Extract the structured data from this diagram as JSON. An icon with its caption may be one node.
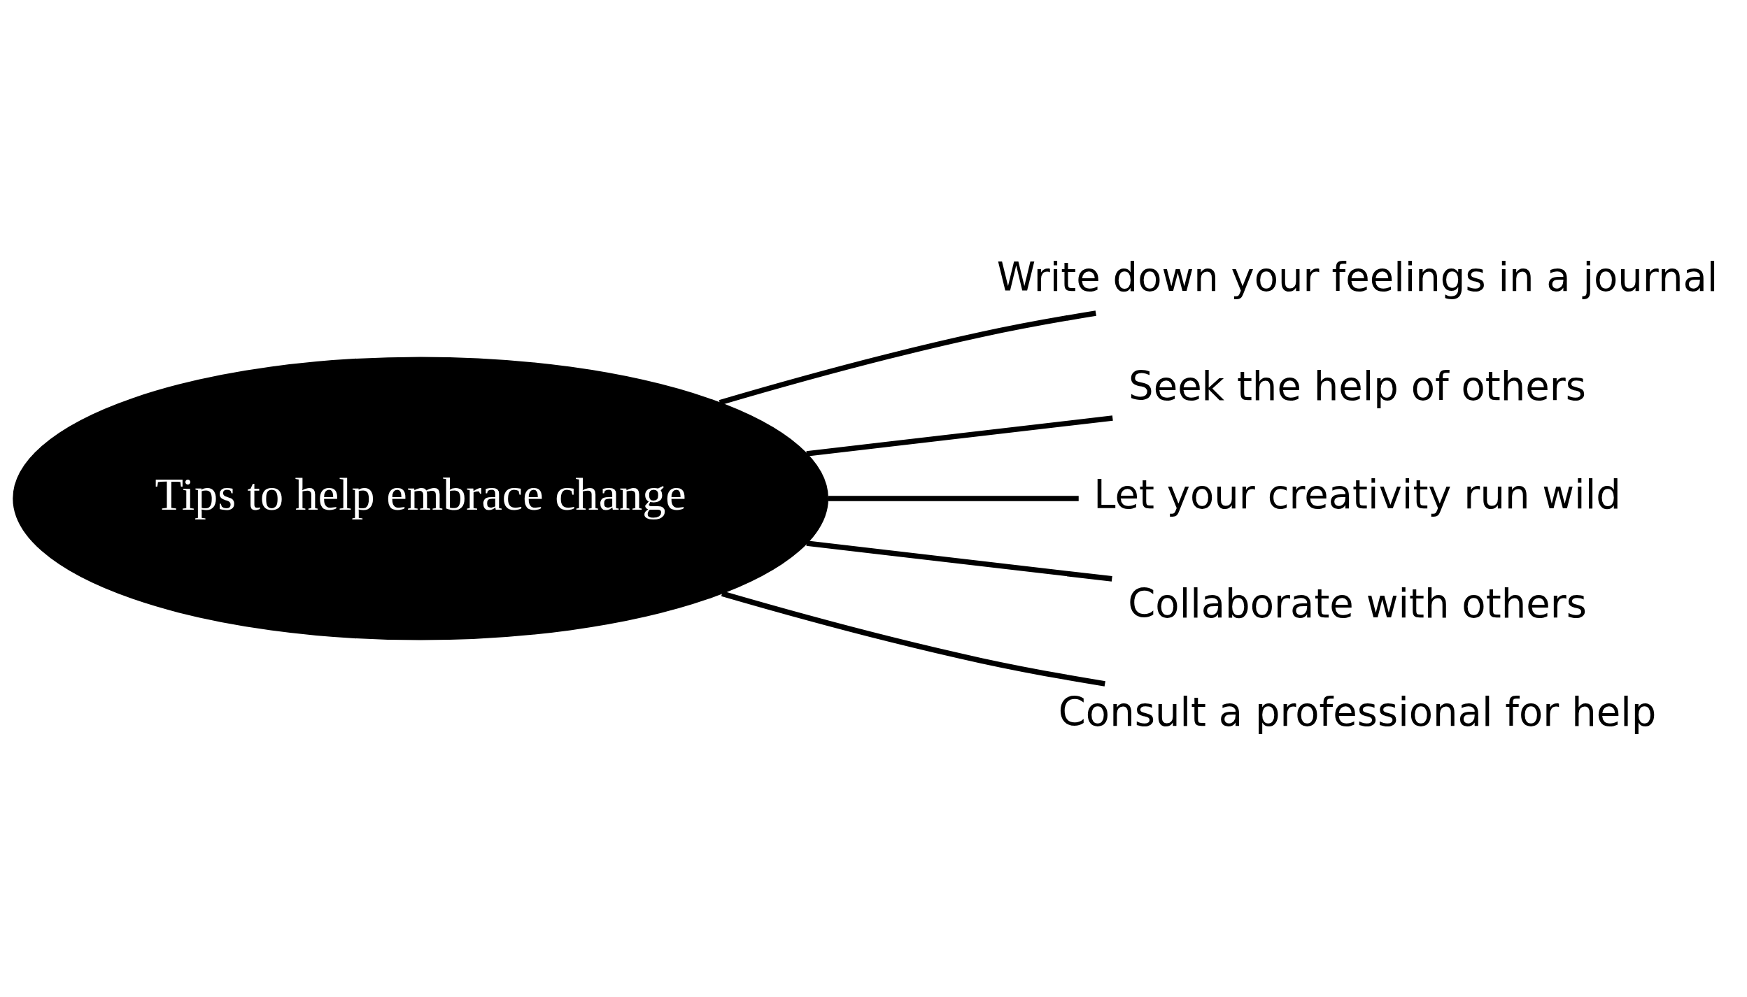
{
  "diagram": {
    "nodes": [
      {
        "text": [
          "Tips to help embrace change"
        ]
      },
      {
        "text": [
          "Write down your feelings in a journal"
        ]
      },
      {
        "text": [
          "Seek the help of others"
        ]
      },
      {
        "text": [
          "Let your creativity run wild"
        ]
      },
      {
        "text": [
          "Collaborate with others"
        ]
      },
      {
        "text": [
          "Consult a professional for help"
        ]
      }
    ],
    "edges": [
      {
        "from": 0,
        "to": 1,
        "arrow": "none"
      },
      {
        "from": 0,
        "to": 2,
        "arrow": "none"
      },
      {
        "from": 0,
        "to": 3,
        "arrow": "none"
      },
      {
        "from": 0,
        "to": 4,
        "arrow": "none"
      },
      {
        "from": 0,
        "to": 5,
        "arrow": "none"
      }
    ]
  }
}
